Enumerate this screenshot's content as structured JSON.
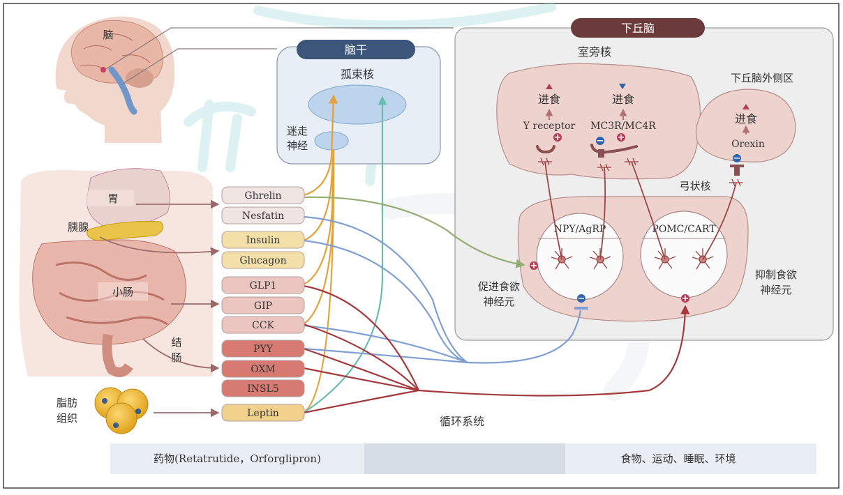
{
  "regions": {
    "brain": "脑",
    "brainstem": "脑干",
    "nts": "孤束核",
    "vagus_line1": "迷走",
    "vagus_line2": "神经",
    "hypothalamus": "下丘脑",
    "pvn": "室旁核",
    "lha": "下丘脑外侧区",
    "arc": "弓状核",
    "stomach": "胃",
    "pancreas": "胰腺",
    "small_intestine": "小肠",
    "colon_line1": "结",
    "colon_line2": "肠",
    "fat_line1": "脂肪",
    "fat_line2": "组织",
    "circulation": "循环系统"
  },
  "hormones": [
    "Ghrelin",
    "Nesfatin",
    "Insulin",
    "Glucagon",
    "GLP1",
    "GIP",
    "CCK",
    "PYY",
    "OXM",
    "INSL5",
    "Leptin"
  ],
  "hypothalamus_labels": {
    "eat": "进食",
    "y_receptor": "Y receptor",
    "mc_receptor": "MC3R/MC4R",
    "orexin": "Orexin",
    "npy": "NPY/AgRP",
    "pomc": "POMC/CART",
    "orexigenic_line1": "促进食欲",
    "orexigenic_line2": "神经元",
    "anorexigenic_line1": "抑制食欲",
    "anorexigenic_line2": "神经元"
  },
  "footer": {
    "drugs": "药物(Retatrutide，Orforglipron)",
    "environment": "食物、运动、睡眠、环境"
  },
  "colors": {
    "hypothalamus_header": "#6b3a3a",
    "brainstem_header": "#3c5578",
    "stimulate": "#b53a56",
    "inhibit": "#2f64a8",
    "arrow": "#9a6a6a",
    "curve_orange": "#e3a13a",
    "curve_teal": "#6bbcb0",
    "curve_blue": "#7f9fd2",
    "curve_red": "#a3393b",
    "curve_green": "#94ad73"
  }
}
